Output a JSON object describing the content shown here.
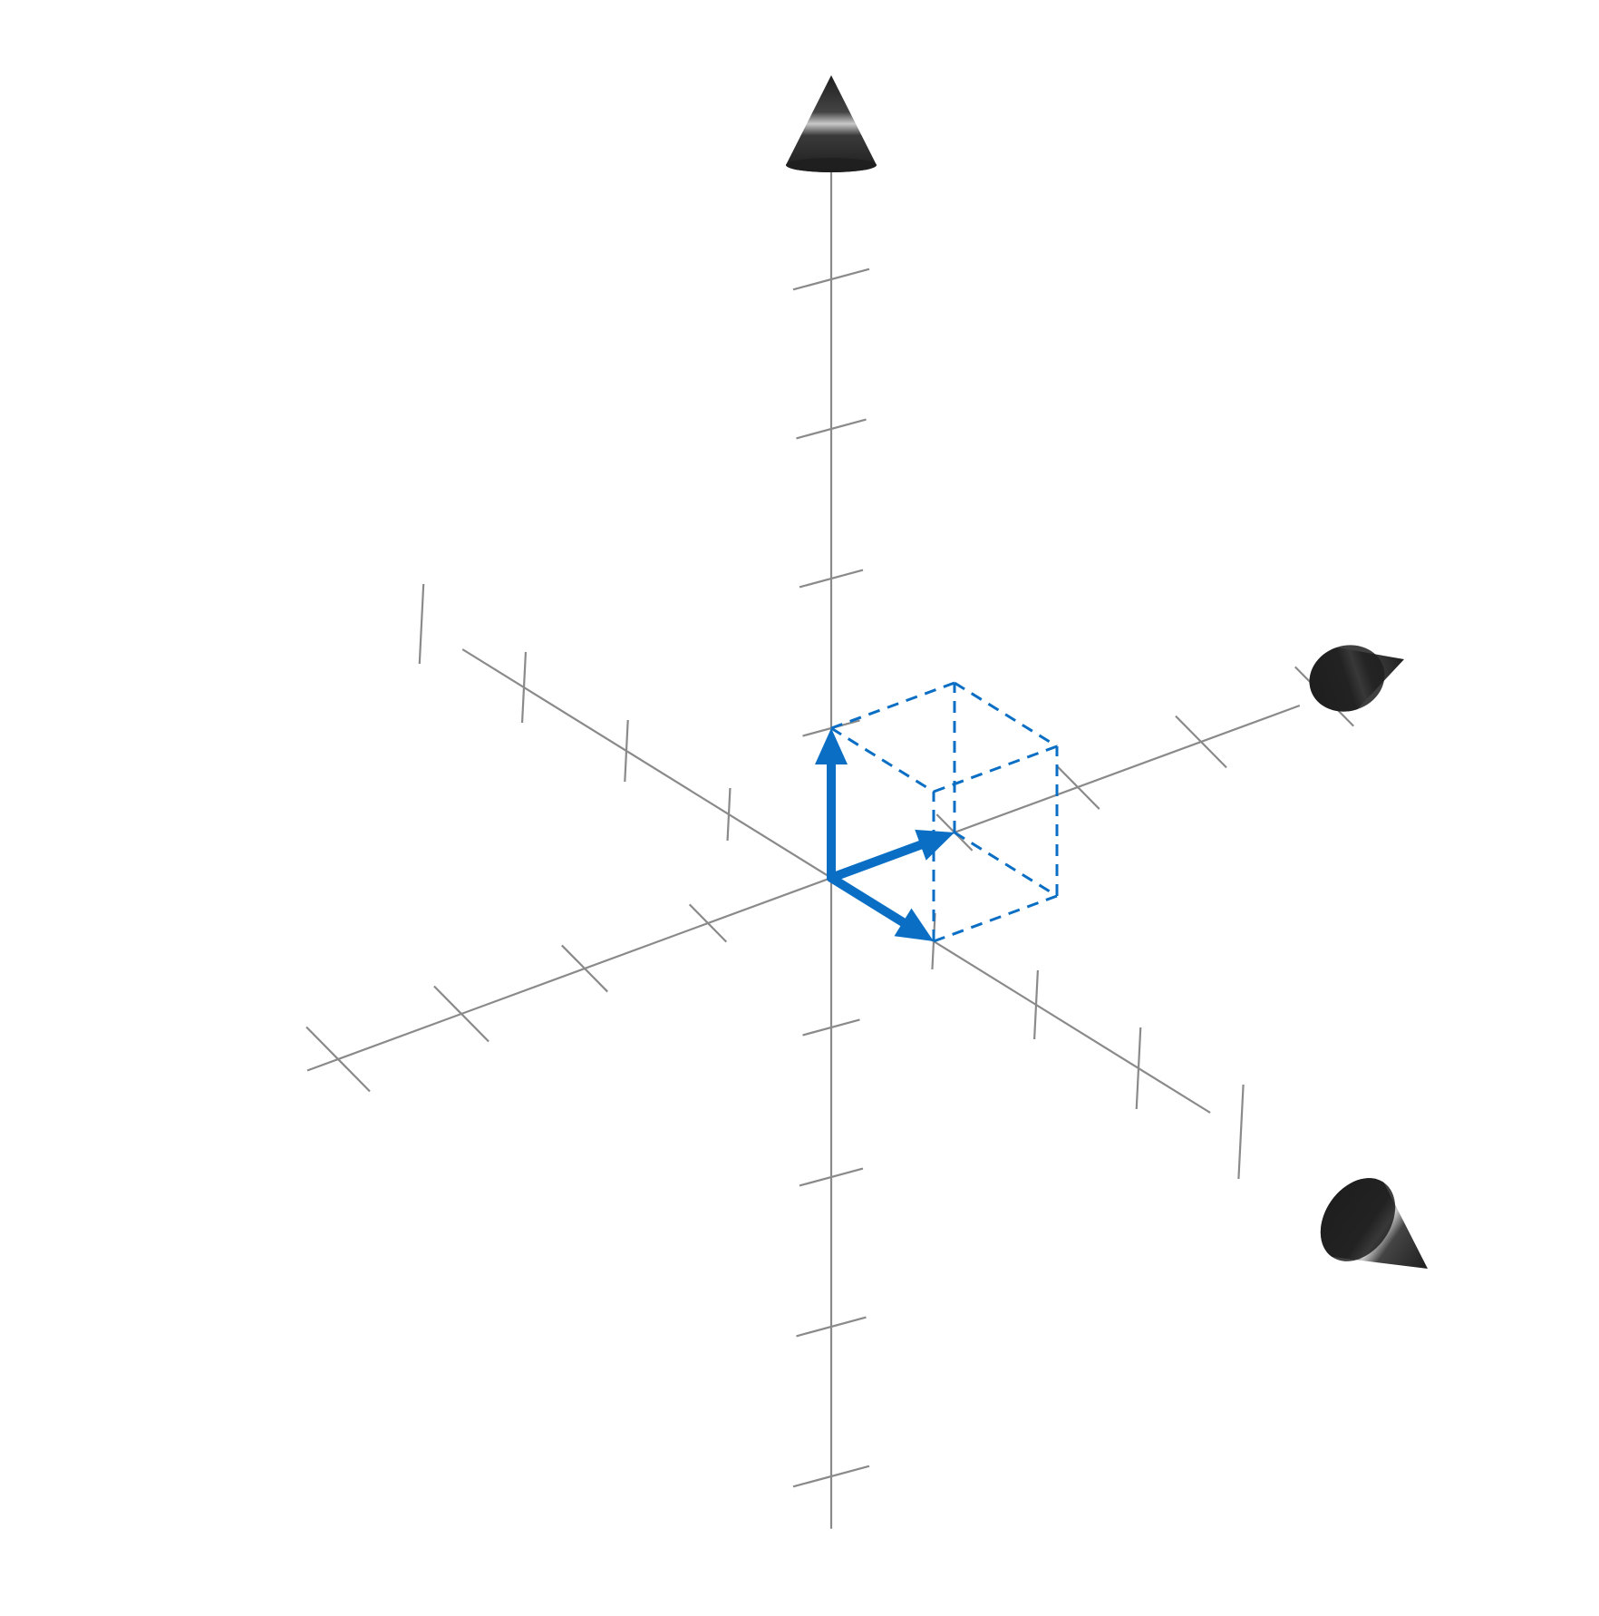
{
  "diagram": {
    "colors": {
      "background": "#ffffff",
      "axis": "#8a8a8a",
      "cone_dark": "#1e1e1e",
      "cone_mid": "#4a4a4a",
      "cone_highlight": "#c9c9c9",
      "vector": "#0a6fc4"
    },
    "axes": [
      {
        "id": "z",
        "direction": "up",
        "arrowhead": "cone-icon",
        "ticks_positive": 4,
        "ticks_negative": 4
      },
      {
        "id": "y",
        "direction": "right",
        "arrowhead": "cone-icon",
        "ticks_positive": 4,
        "ticks_negative": 4
      },
      {
        "id": "x",
        "direction": "toward-viewer",
        "arrowhead": "cone-icon",
        "ticks_positive": 4,
        "ticks_negative": 4
      }
    ],
    "unit_vectors": [
      {
        "axis": "x",
        "length": 1
      },
      {
        "axis": "y",
        "length": 1
      },
      {
        "axis": "z",
        "length": 1
      }
    ],
    "unit_cube": {
      "edge": 1,
      "style": "dashed"
    }
  }
}
